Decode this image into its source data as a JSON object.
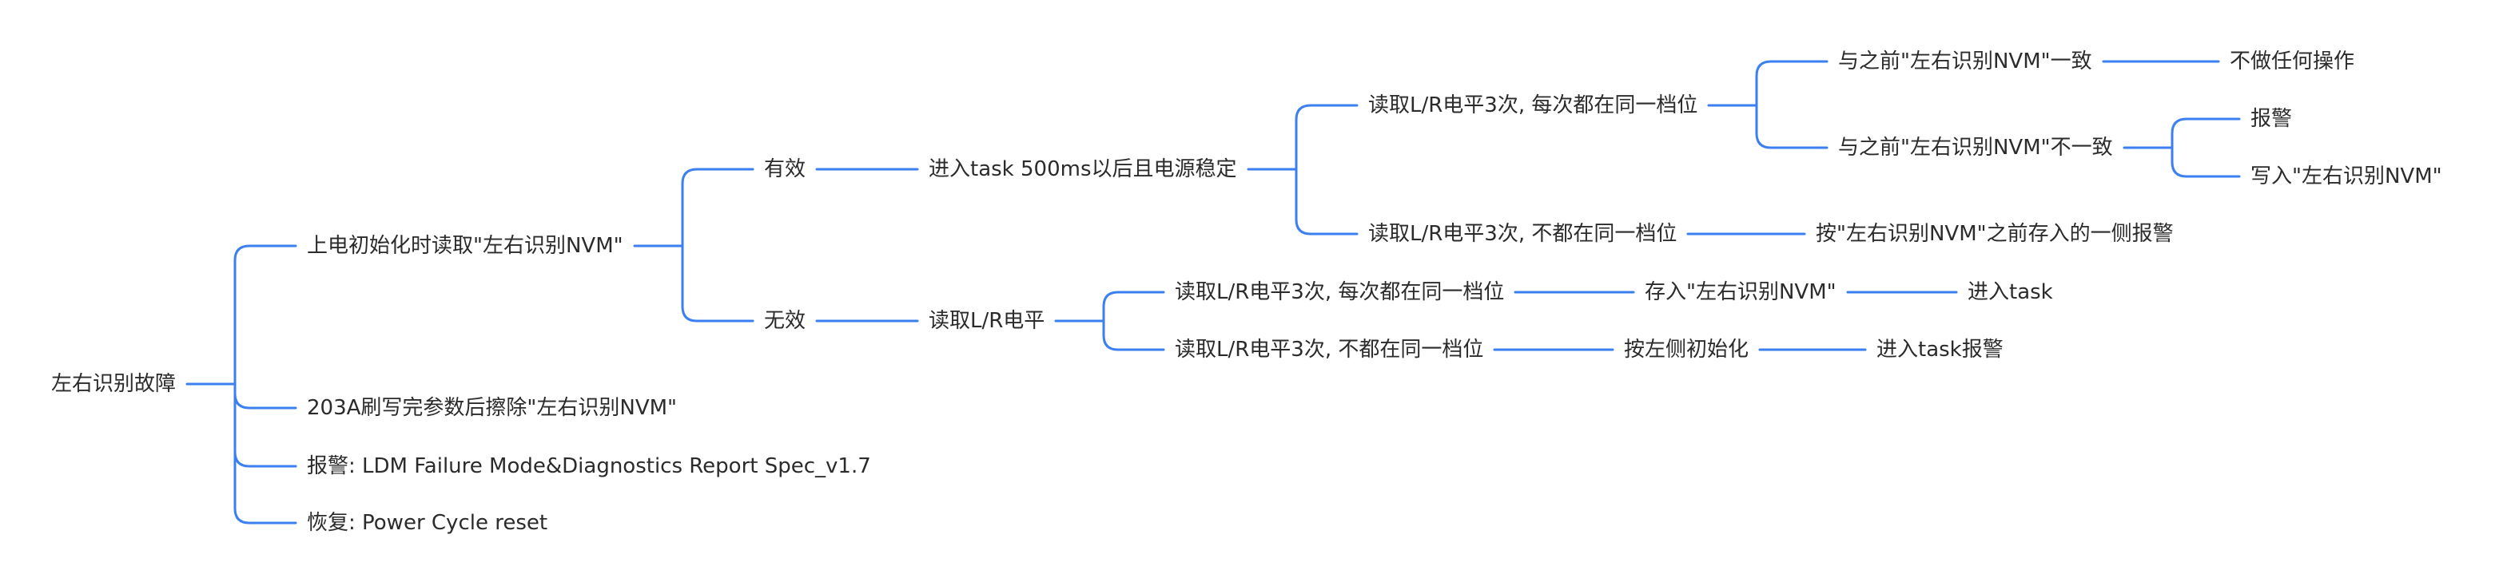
{
  "mindmap": {
    "accent_color": "#3b7ff0",
    "root": {
      "id": "root",
      "label": "左右识别故障"
    },
    "nodes": [
      {
        "id": "n1",
        "parent": "root",
        "label": "上电初始化时读取\"左右识别NVM\""
      },
      {
        "id": "n1a",
        "parent": "n1",
        "label": "有效"
      },
      {
        "id": "n1a1",
        "parent": "n1a",
        "label": "进入task 500ms以后且电源稳定"
      },
      {
        "id": "n1a1a",
        "parent": "n1a1",
        "label": "读取L/R电平3次, 每次都在同一档位"
      },
      {
        "id": "n1a1a1",
        "parent": "n1a1a",
        "label": "与之前\"左右识别NVM\"一致"
      },
      {
        "id": "n1a1a1x",
        "parent": "n1a1a1",
        "label": "不做任何操作"
      },
      {
        "id": "n1a1a2",
        "parent": "n1a1a",
        "label": "与之前\"左右识别NVM\"不一致"
      },
      {
        "id": "n1a1a2x",
        "parent": "n1a1a2",
        "label": "报警"
      },
      {
        "id": "n1a1a2y",
        "parent": "n1a1a2",
        "label": "写入\"左右识别NVM\""
      },
      {
        "id": "n1a1b",
        "parent": "n1a1",
        "label": "读取L/R电平3次, 不都在同一档位"
      },
      {
        "id": "n1a1bx",
        "parent": "n1a1b",
        "label": "按\"左右识别NVM\"之前存入的一侧报警"
      },
      {
        "id": "n1b",
        "parent": "n1",
        "label": "无效"
      },
      {
        "id": "n1b1",
        "parent": "n1b",
        "label": "读取L/R电平"
      },
      {
        "id": "n1b1a",
        "parent": "n1b1",
        "label": "读取L/R电平3次, 每次都在同一档位"
      },
      {
        "id": "n1b1ax",
        "parent": "n1b1a",
        "label": "存入\"左右识别NVM\""
      },
      {
        "id": "n1b1axx",
        "parent": "n1b1ax",
        "label": "进入task"
      },
      {
        "id": "n1b1b",
        "parent": "n1b1",
        "label": "读取L/R电平3次, 不都在同一档位"
      },
      {
        "id": "n1b1bx",
        "parent": "n1b1b",
        "label": "按左侧初始化"
      },
      {
        "id": "n1b1bxx",
        "parent": "n1b1bx",
        "label": "进入task报警"
      },
      {
        "id": "n2",
        "parent": "root",
        "label": "203A刷写完参数后擦除\"左右识别NVM\""
      },
      {
        "id": "n3",
        "parent": "root",
        "label": "报警: LDM Failure Mode&Diagnostics Report Spec_v1.7"
      },
      {
        "id": "n4",
        "parent": "root",
        "label": "恢复: Power Cycle reset"
      }
    ]
  }
}
